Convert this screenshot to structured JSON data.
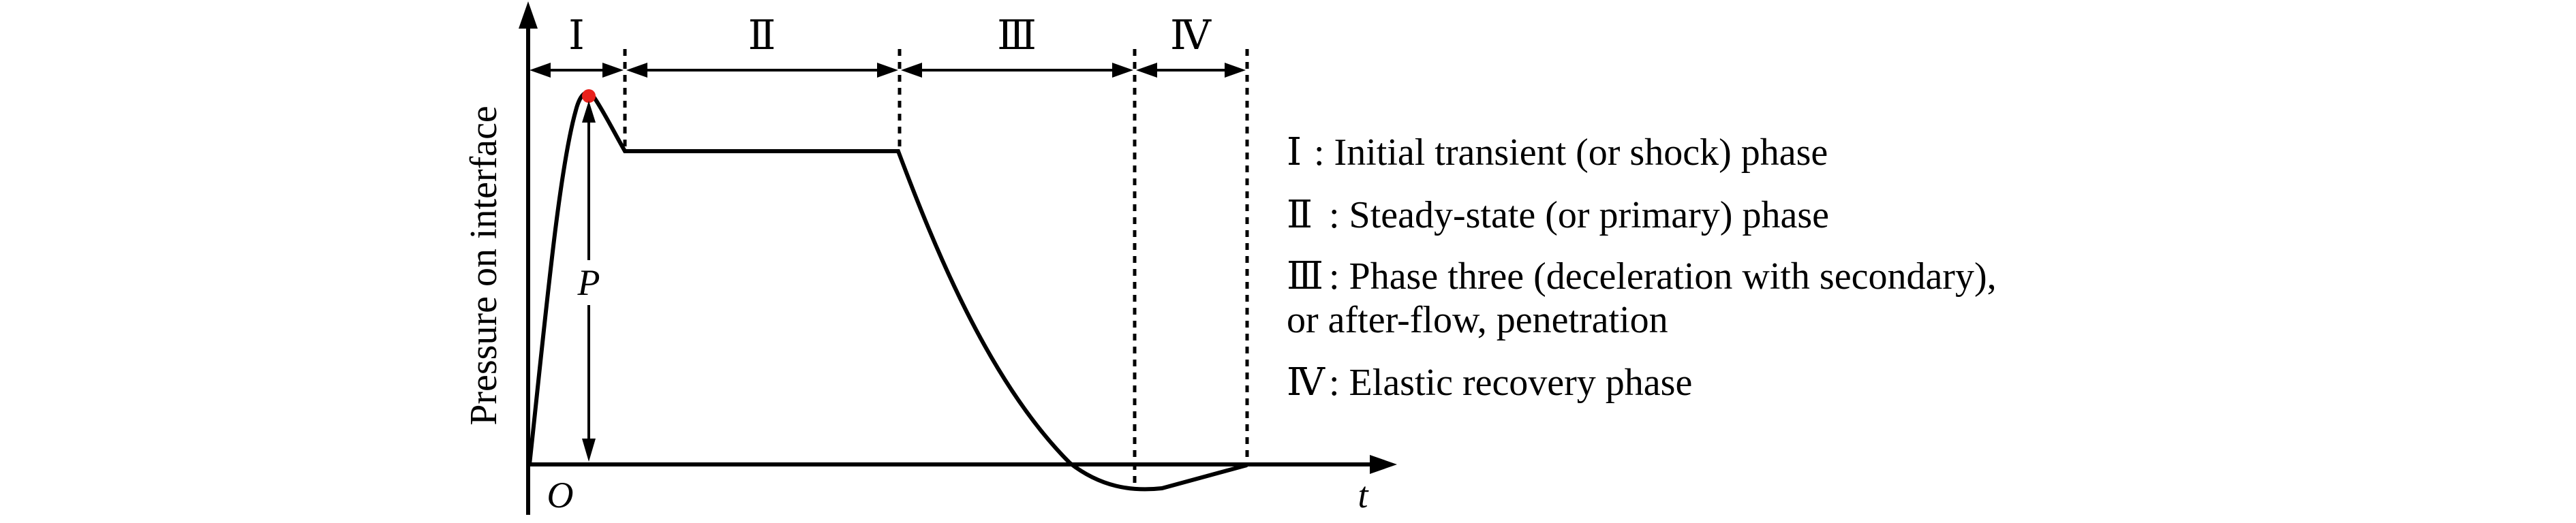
{
  "y_axis_label": "Pressure on interface",
  "x_axis_label": "t",
  "origin_label": "O",
  "peak_label": "P",
  "phases": [
    {
      "numeral": "Ⅰ"
    },
    {
      "numeral": "Ⅱ"
    },
    {
      "numeral": "Ⅲ"
    },
    {
      "numeral": "Ⅳ"
    }
  ],
  "legend": [
    {
      "numeral": "Ⅰ",
      "text": ": Initial transient (or shock) phase"
    },
    {
      "numeral": "Ⅱ",
      "text": ": Steady-state (or primary) phase"
    },
    {
      "numeral": "Ⅲ",
      "text": ": Phase three (deceleration with secondary),",
      "text2": "or after-flow, penetration"
    },
    {
      "numeral": "Ⅳ",
      "text": ": Elastic recovery phase"
    }
  ],
  "colors": {
    "line": "#000000",
    "peak_marker": "#e8211c"
  }
}
